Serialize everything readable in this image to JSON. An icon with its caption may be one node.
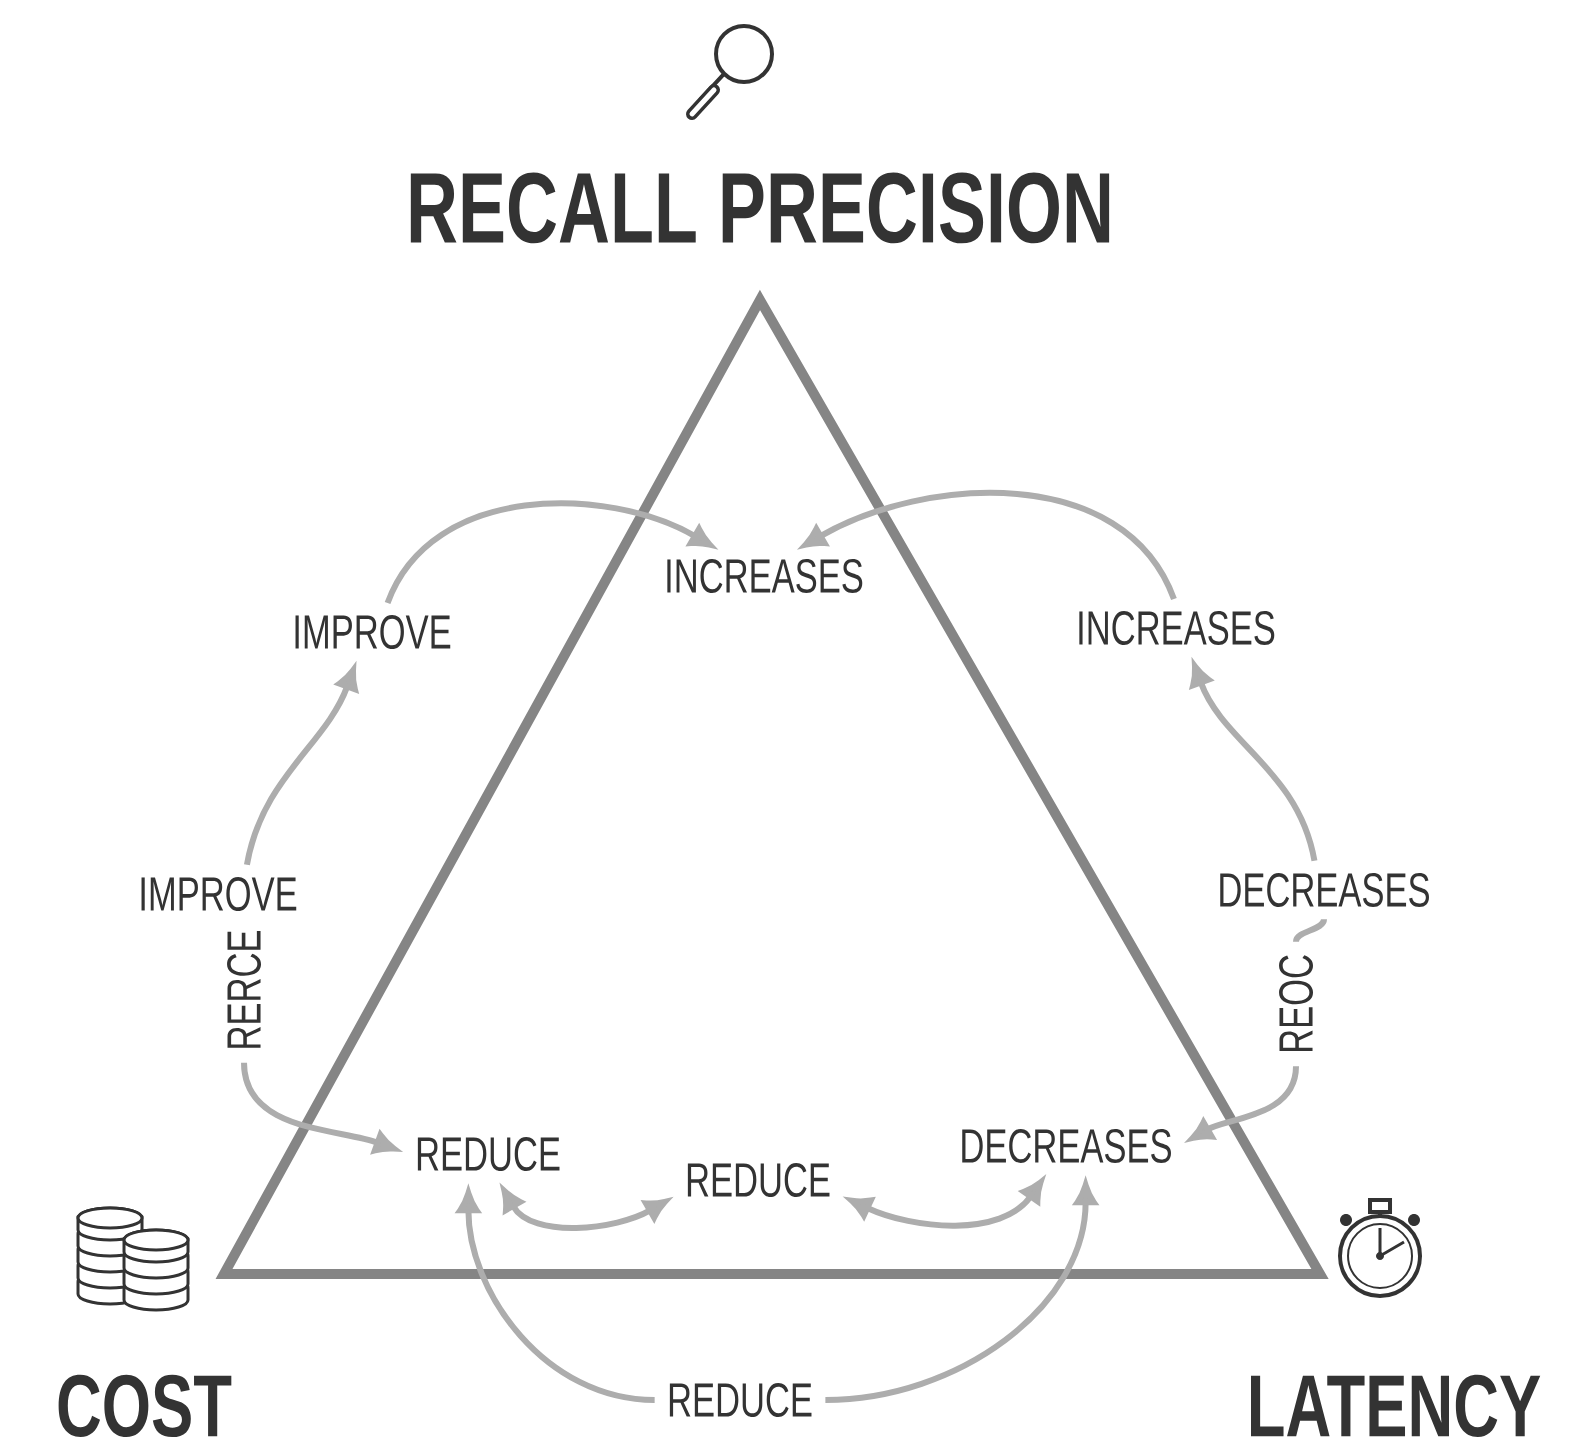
{
  "diagram": {
    "nodes": [
      {
        "text": [
          "INCREASES"
        ]
      },
      {
        "text": [
          "IMPROVE"
        ]
      },
      {
        "text": [
          "INCREASES"
        ]
      },
      {
        "text": [
          "IMPROVE"
        ]
      },
      {
        "text": [
          "RERCE"
        ]
      },
      {
        "text": [
          "DECREASES"
        ]
      },
      {
        "text": [
          "REOC"
        ]
      },
      {
        "text": [
          "REDUCE"
        ]
      },
      {
        "text": [
          "REDUCE"
        ]
      },
      {
        "text": [
          "DECREASES"
        ]
      },
      {
        "text": [
          "REDUCE"
        ]
      }
    ],
    "edges": [
      {
        "from": 1,
        "to": 0,
        "arrow": "to"
      },
      {
        "from": 2,
        "to": 0,
        "arrow": "to"
      },
      {
        "from": 3,
        "to": 1,
        "arrow": "to"
      },
      {
        "from": 4,
        "to": 7,
        "arrow": "to"
      },
      {
        "from": 5,
        "to": 2,
        "arrow": "to"
      },
      {
        "from": 6,
        "to": 9,
        "arrow": "to"
      },
      {
        "from": 7,
        "to": 8,
        "arrow": "both"
      },
      {
        "from": 8,
        "to": 9,
        "arrow": "both"
      },
      {
        "from": 10,
        "to": 7,
        "arrow": "to"
      },
      {
        "from": 10,
        "to": 9,
        "arrow": "to"
      },
      {
        "from": 5,
        "to": 6,
        "arrow": "none"
      }
    ],
    "labels": [
      "RECALL PRECISION",
      "COST",
      "LATENCY"
    ]
  }
}
